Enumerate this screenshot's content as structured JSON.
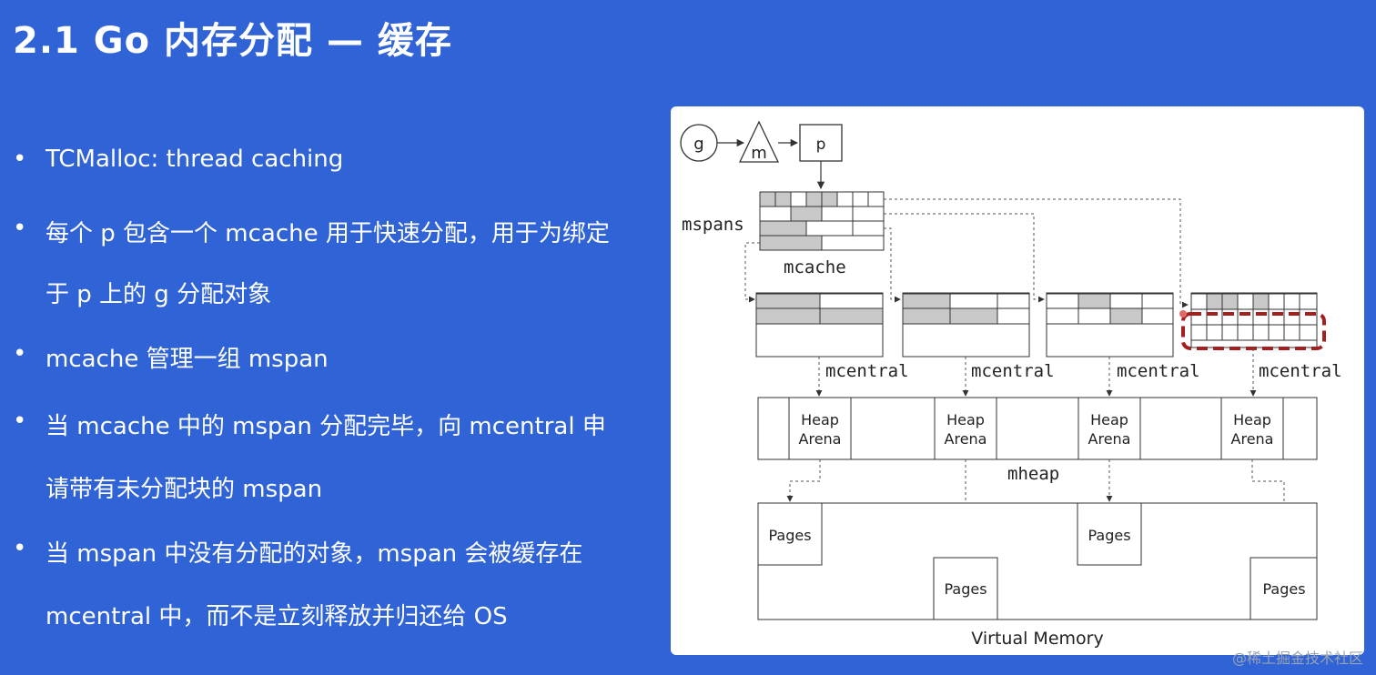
{
  "slide": {
    "title": "2.1 Go 内存分配 — 缓存"
  },
  "bullets": [
    {
      "lines": [
        "TCMalloc: thread caching"
      ]
    },
    {
      "lines": [
        "每个 p 包含一个 mcache 用于快速分配，用于为绑定",
        "于 p 上的 g 分配对象"
      ]
    },
    {
      "lines": [
        "mcache 管理一组 mspan"
      ]
    },
    {
      "lines": [
        "当 mcache 中的 mspan 分配完毕，向 mcentral 申",
        "请带有未分配块的 mspan"
      ]
    },
    {
      "lines": [
        "当 mspan 中没有分配的对象，mspan 会被缓存在",
        "mcentral 中，而不是立刻释放并归还给 OS"
      ]
    }
  ],
  "diagram": {
    "g_label": "g",
    "m_label": "m",
    "p_label": "p",
    "mspans_label": "mspans",
    "mcache_label": "mcache",
    "mcentral_labels": [
      "mcentral",
      "mcentral",
      "mcentral",
      "mcentral"
    ],
    "heap_arena_line1": "Heap",
    "heap_arena_line2": "Arena",
    "mheap_label": "mheap",
    "pages_label": "Pages",
    "virtual_memory_label": "Virtual Memory",
    "colors": {
      "filled_cell": "#c8c8c8",
      "stroke": "#333333",
      "highlight": "#a32020"
    }
  },
  "watermark": "@稀土掘金技术社区"
}
